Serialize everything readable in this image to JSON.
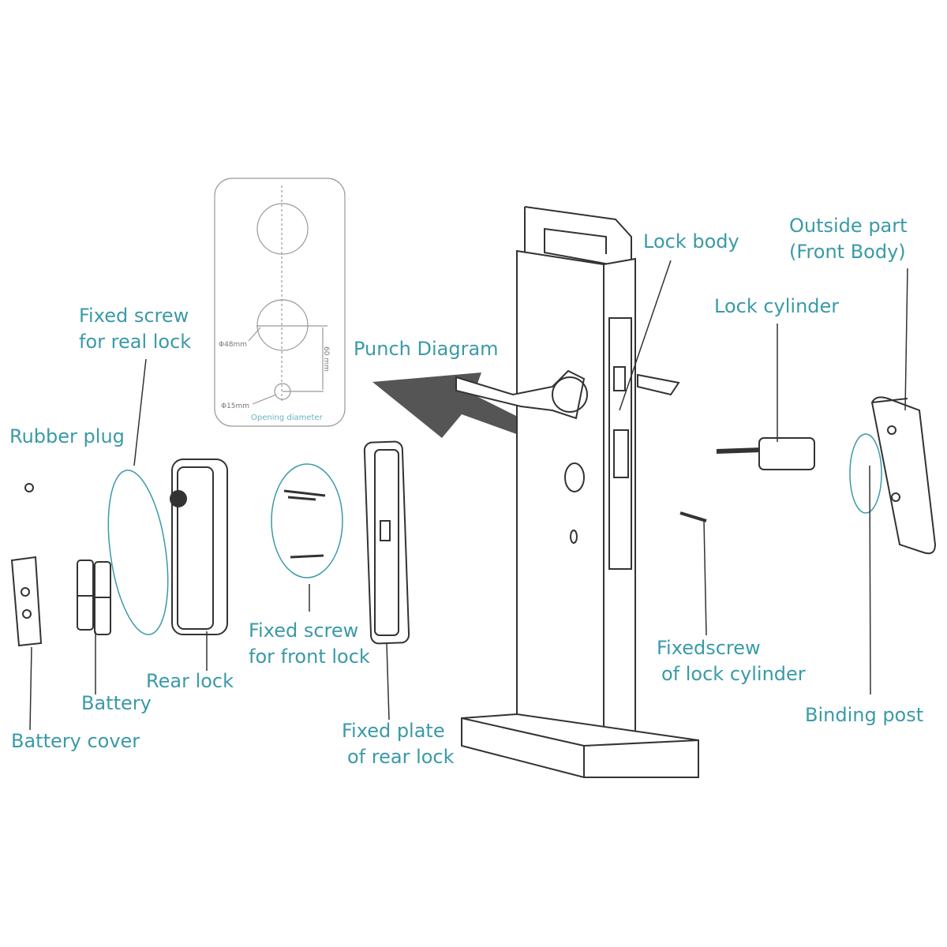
{
  "labels": {
    "fixed_screw_rear": [
      "Fixed screw",
      "for real lock"
    ],
    "rubber_plug": "Rubber plug",
    "punch_diagram": "Punch Diagram",
    "lock_body": "Lock body",
    "outside_part": [
      "Outside part",
      "(Front Body)"
    ],
    "lock_cylinder": "Lock cylinder",
    "fixed_screw_front": [
      "Fixed screw",
      "for front lock"
    ],
    "rear_lock": "Rear lock",
    "battery": "Battery",
    "battery_cover": "Battery cover",
    "fixedscrew_cylinder": [
      "Fixedscrew",
      "of lock cylinder"
    ],
    "binding_post": "Binding post",
    "fixed_plate": [
      "Fixed plate",
      "of rear lock"
    ]
  },
  "punch": {
    "large_diameter": "Φ48mm",
    "small_diameter": "Φ15mm",
    "spacing": "60 mm",
    "caption": "Opening diameter"
  },
  "colors": {
    "label": "#3a9aa8",
    "line": "#333333",
    "arrow": "#555555"
  }
}
